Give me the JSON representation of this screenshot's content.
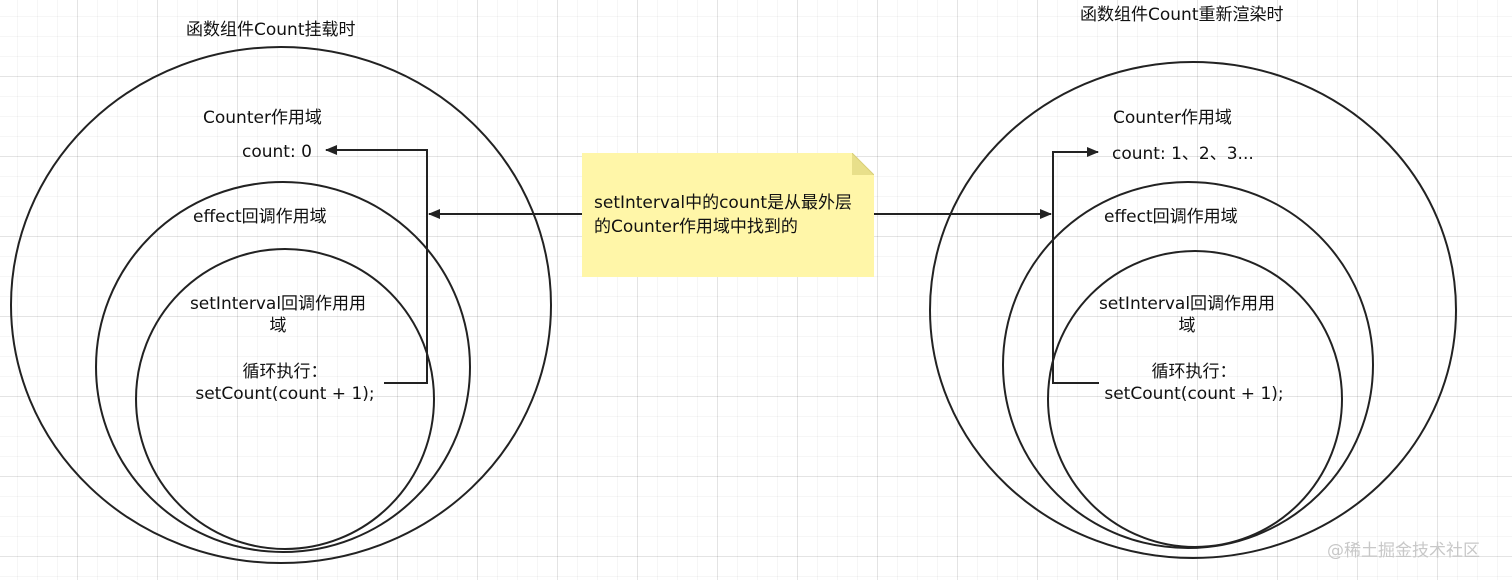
{
  "left_panel": {
    "title": "函数组件Count挂载时",
    "counter_scope_label": "Counter作用域",
    "count_text": "count: 0",
    "effect_scope_label": "effect回调作用域",
    "interval_scope_label": "setInterval回调作用用\n域",
    "loop_label": "循环执行：\nsetCount(count + 1);"
  },
  "right_panel": {
    "title": "函数组件Count重新渲染时",
    "counter_scope_label": "Counter作用域",
    "count_text": "count: 1、2、3...",
    "effect_scope_label": "effect回调作用域",
    "interval_scope_label": "setInterval回调作用用\n域",
    "loop_label": "循环执行：\nsetCount(count + 1);"
  },
  "note": {
    "text": "setInterval中的count是从最外层的Counter作用域中找到的",
    "color": "#fff6a8"
  },
  "watermark": "@稀土掘金技术社区",
  "colors": {
    "stroke": "#222222",
    "note_fold": "#e8df8a"
  }
}
